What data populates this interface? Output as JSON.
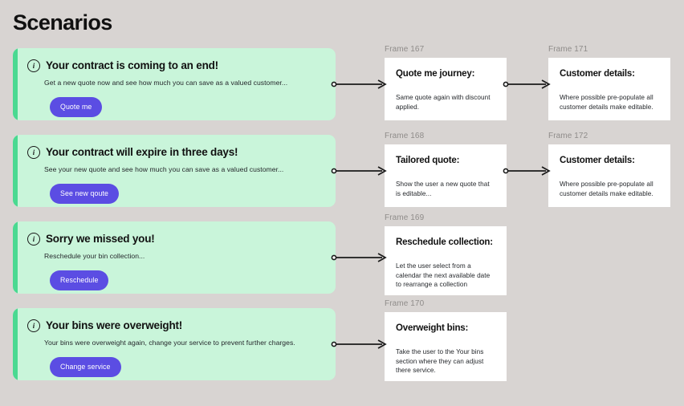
{
  "page": {
    "title": "Scenarios",
    "background_color": "#d8d4d2",
    "accent_green": "#4ad991",
    "card_green": "#c9f5da",
    "button_purple": "#5b4de3",
    "frame_label_color": "#8f8c8a"
  },
  "scenarios": [
    {
      "icon": "info-icon",
      "title": "Your contract is coming to an end!",
      "description": "Get a new quote now and see how much you can save as a valued customer...",
      "button_label": "Quote me"
    },
    {
      "icon": "info-icon",
      "title": "Your contract will expire in three days!",
      "description": "See your new quote and see how much you can save as a valued customer...",
      "button_label": "See new qoute"
    },
    {
      "icon": "info-icon",
      "title": "Sorry we missed you!",
      "description": "Reschedule your bin collection...",
      "button_label": "Reschedule"
    },
    {
      "icon": "info-icon",
      "title": "Your bins were overweight!",
      "description": "Your bins were overweight again, change your service to prevent further charges.",
      "button_label": "Change service"
    }
  ],
  "frames_middle": [
    {
      "label": "Frame 167",
      "title": "Quote me journey:",
      "body": "Same quote again with discount applied."
    },
    {
      "label": "Frame 168",
      "title": "Tailored quote:",
      "body": "Show the user a new quote that is editable..."
    },
    {
      "label": "Frame 169",
      "title": "Reschedule collection:",
      "body": "Let the user select from a calendar the next available date to rearrange a collection"
    },
    {
      "label": "Frame 170",
      "title": "Overweight bins:",
      "body": "Take the user to the Your bins section where they can adjust there service."
    }
  ],
  "frames_right": [
    {
      "label": "Frame 171",
      "title": "Customer details:",
      "body": "Where possible pre-populate all customer details make editable."
    },
    {
      "label": "Frame 172",
      "title": "Customer details:",
      "body": "Where possible pre-populate all customer details make editable."
    }
  ]
}
